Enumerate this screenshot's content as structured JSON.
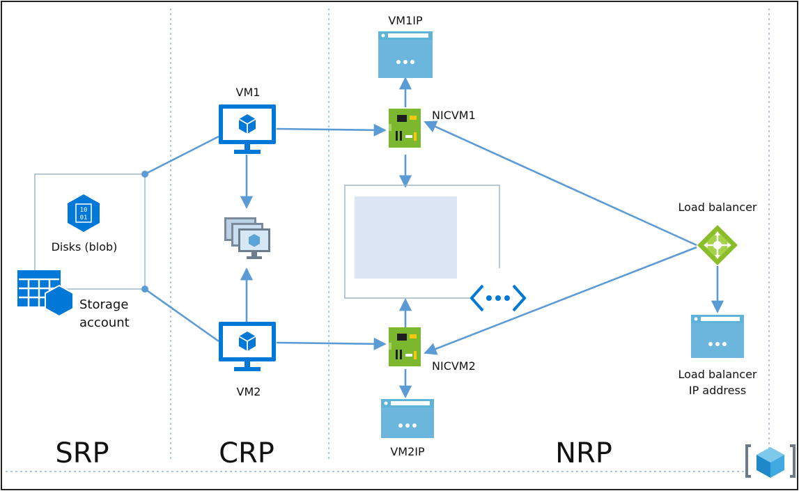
{
  "sections": [
    {
      "id": "srp",
      "label": "SRP"
    },
    {
      "id": "crp",
      "label": "CRP"
    },
    {
      "id": "nrp",
      "label": "NRP"
    }
  ],
  "nodes": {
    "vm1": {
      "label": "VM1",
      "icon": "vm-monitor-icon"
    },
    "vm2": {
      "label": "VM2",
      "icon": "vm-monitor-icon"
    },
    "scale_set": {
      "icon": "vm-scale-set-icon"
    },
    "disks": {
      "label": "Disks (blob)",
      "icon": "disk-blob-icon"
    },
    "storage": {
      "label_line1": "Storage",
      "label_line2": "account",
      "icon": "storage-account-icon"
    },
    "vm1ip": {
      "label": "VM1IP",
      "icon": "public-ip-icon"
    },
    "vm2ip": {
      "label": "VM2IP",
      "icon": "public-ip-icon"
    },
    "nicvm1": {
      "label": "NICVM1",
      "icon": "network-interface-icon"
    },
    "nicvm2": {
      "label": "NICVM2",
      "icon": "network-interface-icon"
    },
    "vnet": {
      "icon": "virtual-network-icon"
    },
    "load_balancer": {
      "label": "Load balancer",
      "icon": "load-balancer-icon"
    },
    "lb_ip": {
      "label_line1": "Load balancer",
      "label_line2": "IP address",
      "icon": "public-ip-icon"
    }
  },
  "colors": {
    "connector": "#5b9bd5",
    "azure_blue": "#0078d7",
    "ip_light": "#b3e0f2",
    "ip_bar": "#5fb3d9",
    "nic_green": "#7cb82f",
    "lb_green": "#8bbd2a",
    "subnet_fill": "#dce6f4",
    "divider": "#7fa7c9"
  },
  "logo": {
    "icon": "brand-cube-logo-icon"
  }
}
